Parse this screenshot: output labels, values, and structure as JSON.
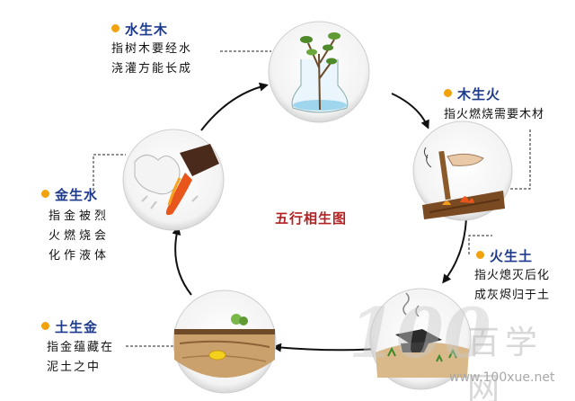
{
  "center_title": "五行相生图",
  "nodes": [
    {
      "name": "水生木",
      "lines": [
        "指树木要经水",
        "浇灌方能长成"
      ]
    },
    {
      "name": "木生火",
      "lines": [
        "指火燃烧需要木材"
      ]
    },
    {
      "name": "火生土",
      "lines": [
        "指火熄灭后化",
        "成灰烬归于土"
      ]
    },
    {
      "name": "土生金",
      "lines": [
        "指金蕴藏在",
        "泥土之中"
      ]
    },
    {
      "name": "金生水",
      "lines": [
        "指金被烈",
        "火燃烧会",
        "化作液体"
      ]
    }
  ],
  "watermark": {
    "logo": "100",
    "text": "百学网",
    "url": "www.100xue.net"
  },
  "colors": {
    "title": "#1e3a8a",
    "dot": "#f2a20c",
    "center": "#b22222",
    "arrow": "#111111"
  }
}
